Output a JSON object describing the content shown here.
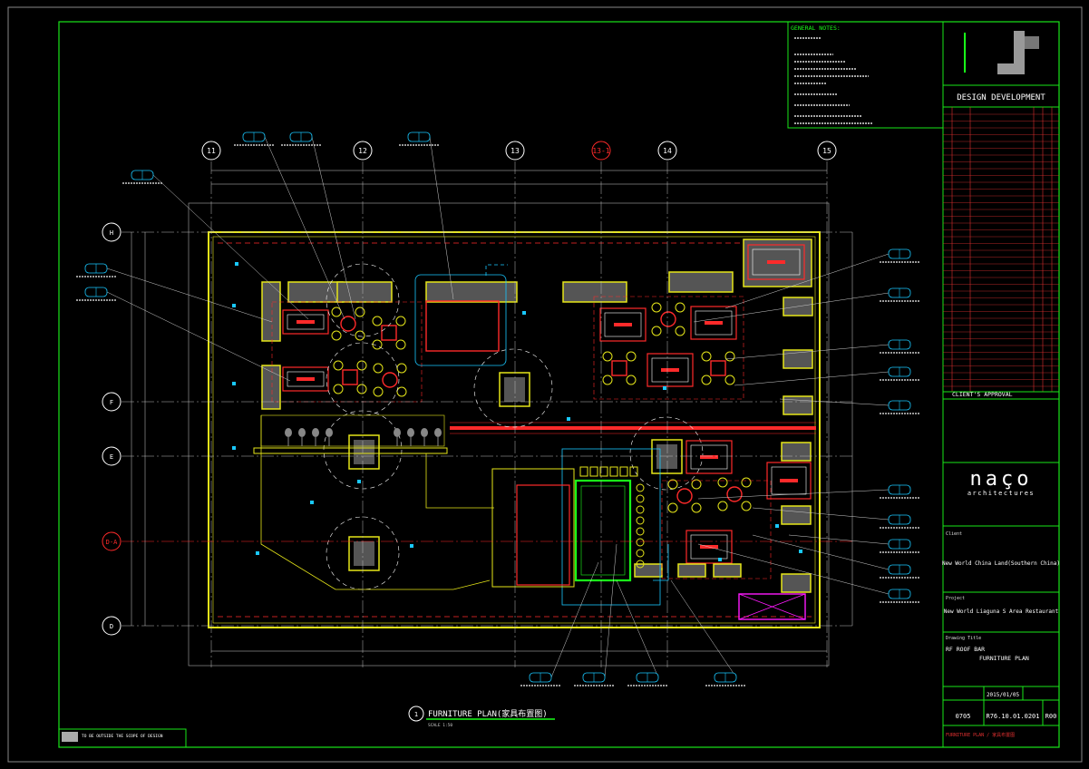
{
  "general_notes": {
    "heading": "GENERAL NOTES:"
  },
  "title_block": {
    "stage": "DESIGN DEVELOPMENT",
    "client_approval": "CLIENT'S APPROVAL",
    "firm_logo": "naço",
    "firm_sub": "architectures",
    "client_label": "Client",
    "client_name": "New World China Land(Southern China)",
    "project_label": "Project",
    "project_name": "New World Liaguna S Area Restaurant",
    "drawing_label": "Drawing Title",
    "drawing_area": "RF ROOF BAR",
    "drawing_title": "FURNITURE PLAN",
    "date_value": "2015/01/05",
    "drawing_no": "R76.10.01.0201",
    "job_no": "0705",
    "revision": "R00",
    "footer_note": "FURNITURE PLAN / 家具布置图"
  },
  "plan": {
    "title": "FURNITURE PLAN(家具布置图)",
    "title_number": "1",
    "scale": "SCALE 1:50",
    "legend_label": "TO BE OUTSIDE THE SCOPE OF DESIGN"
  },
  "grids": {
    "columns": [
      "11",
      "12",
      "13",
      "13-1",
      "14",
      "15"
    ],
    "rows": [
      "H",
      "F",
      "E",
      "D-A",
      "D"
    ]
  },
  "colors": {
    "frame": "#19e619",
    "wall": "#e6e619",
    "dimension": "#d0d0d0",
    "furniture": "#ff2a2a",
    "grid_circle": "#ffffff",
    "highlight_row": "#ff2a2a",
    "cyan": "#19c8ff",
    "magenta": "#ff19ff",
    "bar": "#19ff19"
  }
}
